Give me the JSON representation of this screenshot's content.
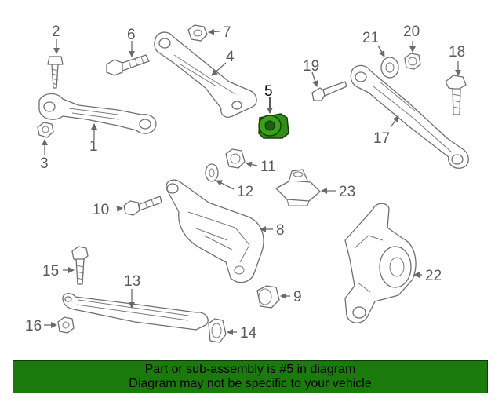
{
  "diagram": {
    "callouts": [
      "1",
      "2",
      "3",
      "4",
      "5",
      "6",
      "7",
      "8",
      "9",
      "10",
      "11",
      "12",
      "13",
      "14",
      "15",
      "16",
      "17",
      "18",
      "19",
      "20",
      "21",
      "22",
      "23"
    ],
    "highlighted_callout": "5"
  },
  "banner": {
    "line1": "Part or sub-assembly is #5 in diagram",
    "line2": "Diagram may not be specific to your vehicle"
  },
  "colors": {
    "banner_background": "#1a7a0c",
    "highlight_part": "#2e8f12",
    "line_art": "#6f6f6f",
    "text": "#000000"
  }
}
